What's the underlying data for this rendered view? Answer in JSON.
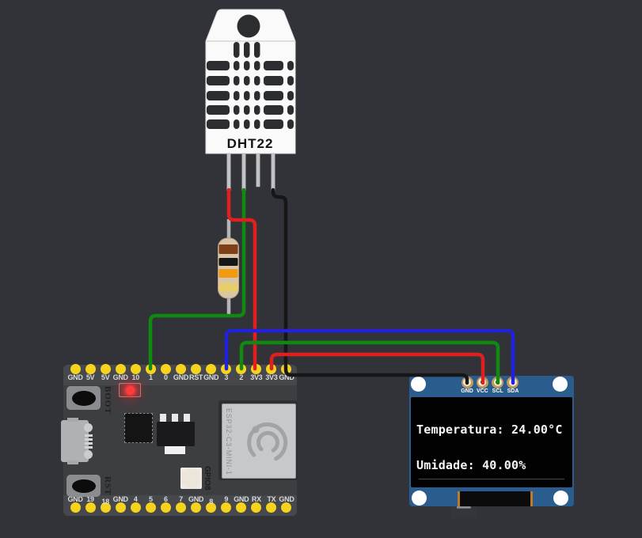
{
  "app": {
    "background": "#323338"
  },
  "dht22": {
    "label": "DHT22",
    "body_color": "#fafafa"
  },
  "resistor": {
    "bands": [
      "brown",
      "black",
      "orange",
      "gold"
    ],
    "band_colors": [
      "#7d4018",
      "#161616",
      "#ef9c12",
      "#e6cf6b"
    ],
    "body_color": "#d9c5a8"
  },
  "esp32": {
    "top_pins": [
      "GND",
      "5V",
      "5V",
      "GND",
      "10",
      "1",
      "0",
      "GND",
      "RST",
      "GND",
      "3",
      "2",
      "3V3",
      "3V3",
      "GND"
    ],
    "bottom_pins": [
      "GND",
      "19",
      "18",
      "GND",
      "4",
      "5",
      "6",
      "7",
      "GND",
      "8",
      "9",
      "GND",
      "RX",
      "TX",
      "GND"
    ],
    "boot_label": "BOOT",
    "rst_label": "RST",
    "module_label": "ESP32-C3-MINI-1",
    "gpio8_label": "GPIO8",
    "board_color": "#3d3e41",
    "pin_color": "#f6d41d",
    "led_color": "#ff3b3b"
  },
  "oled": {
    "pins": [
      "GND",
      "VCC",
      "SCL",
      "SDA"
    ],
    "display_lines": [
      "Temperatura: 24.00°C",
      "Umidade: 40.00%"
    ],
    "pcb_color": "#2b5c8e",
    "text_color": "#f7f7f7"
  },
  "wires": [
    {
      "name": "dht22-vcc",
      "color": "#e11f1f",
      "from": "DHT22 leg 1",
      "to": "ESP32 3V3"
    },
    {
      "name": "dht22-data",
      "color": "#0f8a10",
      "from": "DHT22 leg 2",
      "to": "ESP32 1"
    },
    {
      "name": "dht22-gnd",
      "color": "#161617",
      "from": "DHT22 leg 4",
      "to": "ESP32 GND / OLED GND"
    },
    {
      "name": "oled-sda",
      "color": "#2222dd",
      "from": "ESP32 3",
      "to": "OLED SDA"
    },
    {
      "name": "oled-scl",
      "color": "#0f8a10",
      "from": "ESP32 2",
      "to": "OLED SCL"
    },
    {
      "name": "oled-vcc",
      "color": "#e11f1f",
      "from": "ESP32 3V3",
      "to": "OLED VCC"
    }
  ]
}
